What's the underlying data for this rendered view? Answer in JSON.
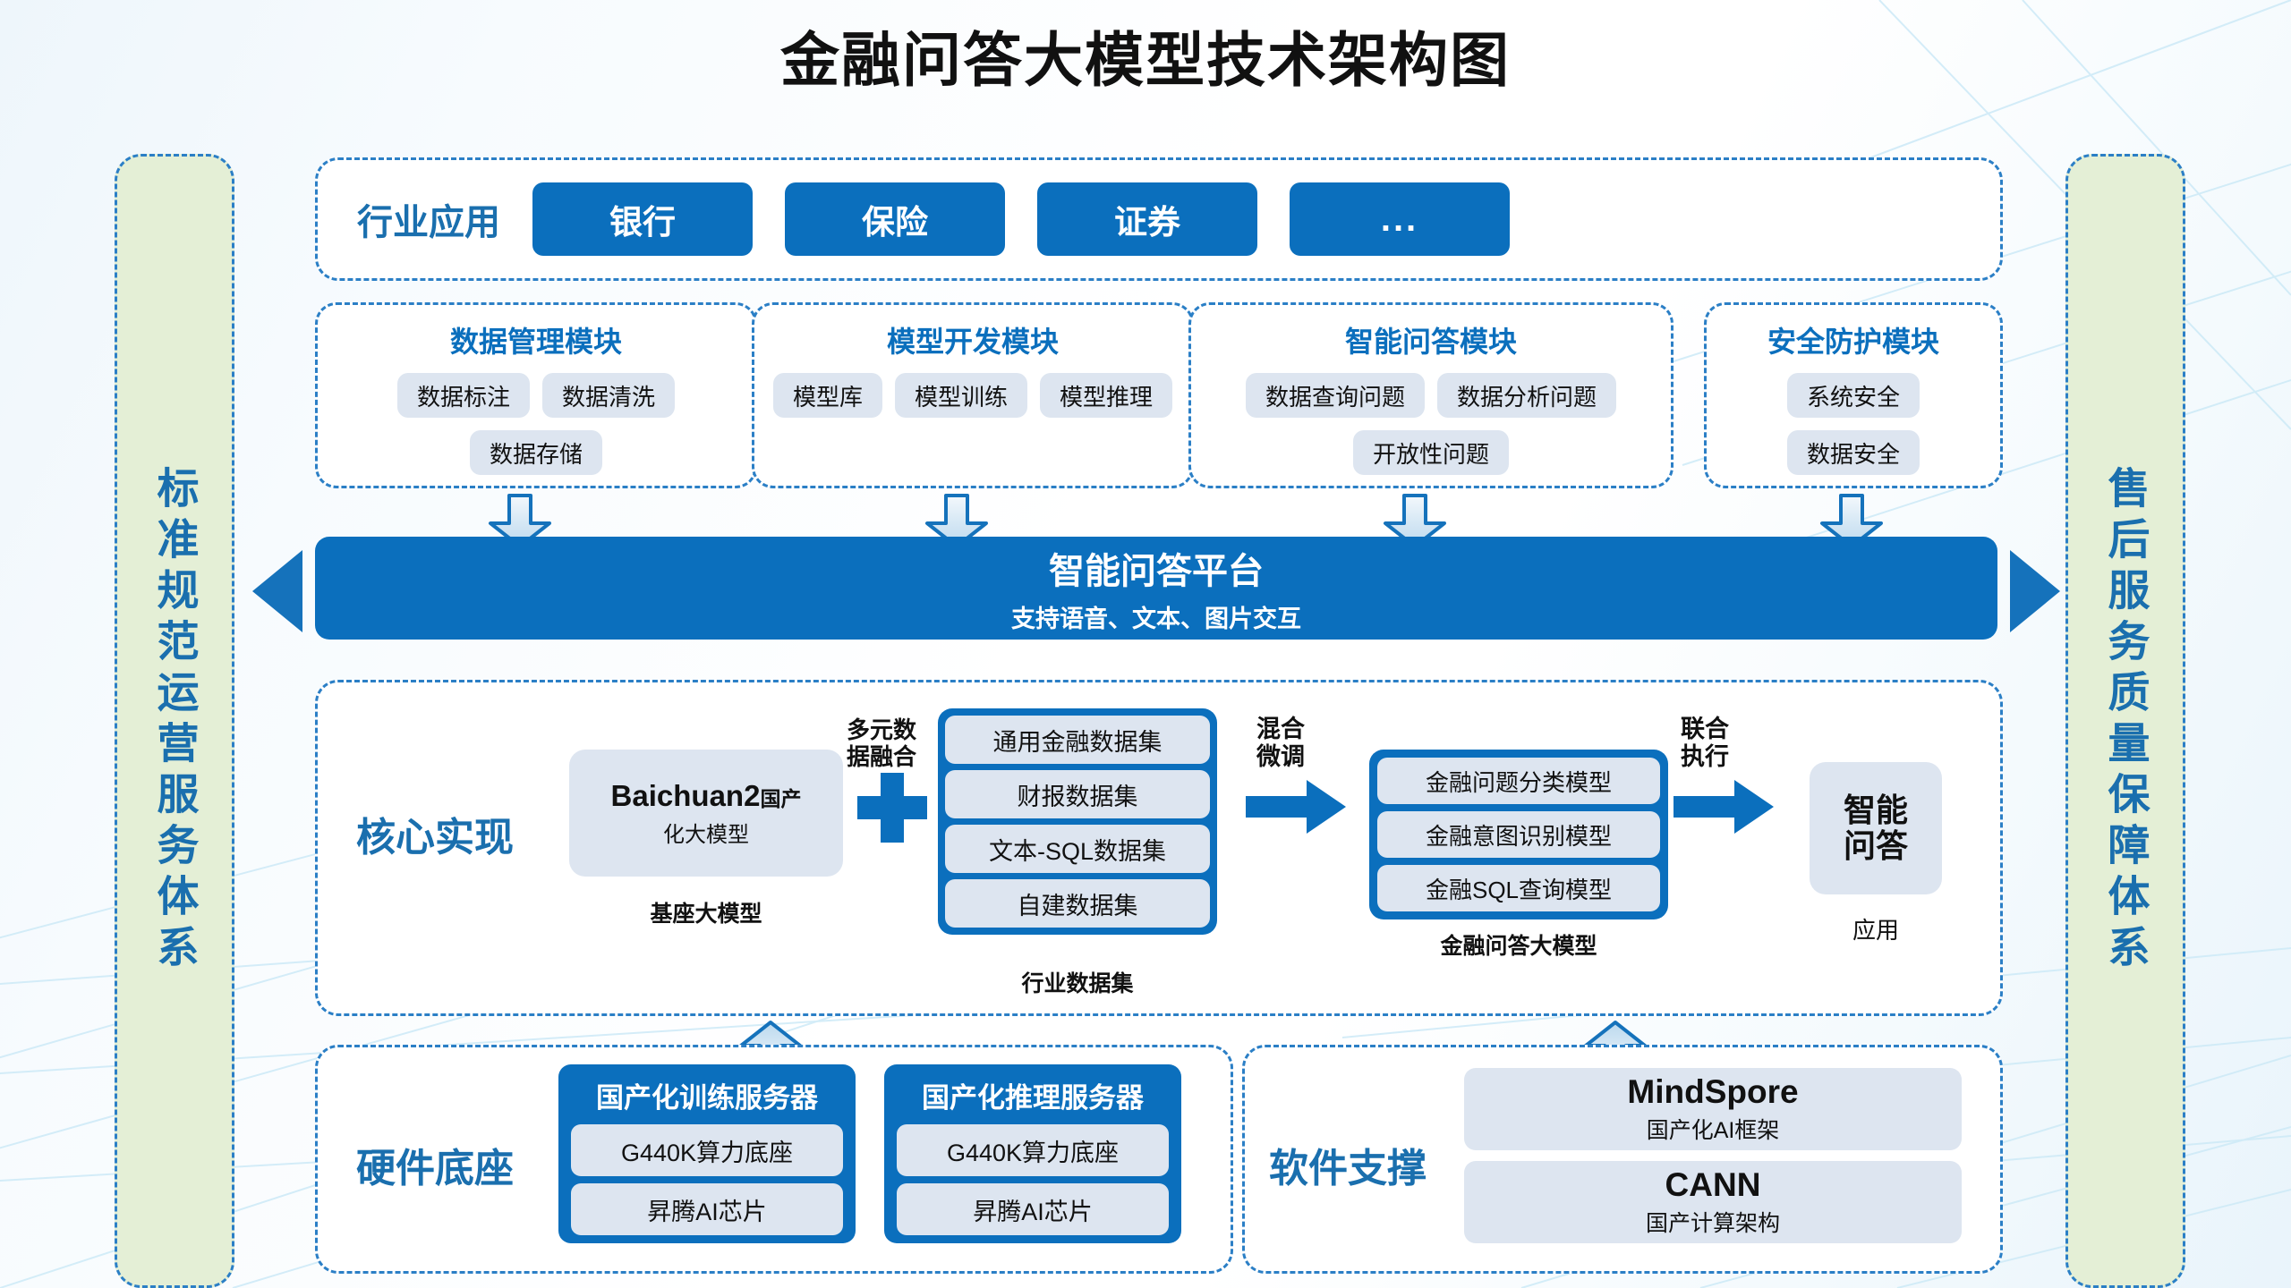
{
  "title": "金融问答大模型技术架构图",
  "pillars": {
    "left": "标准规范运营服务体系",
    "right": "售后服务质量保障体系"
  },
  "applications": {
    "label": "行业应用",
    "chips": [
      "银行",
      "保险",
      "证券",
      "..."
    ]
  },
  "modules": [
    {
      "title": "数据管理模块",
      "items": [
        "数据标注",
        "数据清洗",
        "数据存储"
      ]
    },
    {
      "title": "模型开发模块",
      "items": [
        "模型库",
        "模型训练",
        "模型推理"
      ]
    },
    {
      "title": "智能问答模块",
      "items": [
        "数据查询问题",
        "数据分析问题",
        "开放性问题"
      ]
    },
    {
      "title": "安全防护模块",
      "items": [
        "系统安全",
        "数据安全"
      ]
    }
  ],
  "platform": {
    "title": "智能问答平台",
    "subtitle": "支持语音、文本、图片交互"
  },
  "core": {
    "label": "核心实现",
    "base_model": {
      "name": "Baichuan2",
      "name_suffix": "国产",
      "line2": "化大模型",
      "caption": "基座大模型"
    },
    "fusion_label": "多元数\n据融合",
    "datasets": {
      "items": [
        "通用金融数据集",
        "财报数据集",
        "文本-SQL数据集",
        "自建数据集"
      ],
      "caption": "行业数据集"
    },
    "finetune_label": "混合\n微调",
    "models": {
      "items": [
        "金融问题分类模型",
        "金融意图识别模型",
        "金融SQL查询模型"
      ],
      "caption": "金融问答大模型"
    },
    "execute_label": "联合\n执行",
    "application": {
      "title": "智能\n问答",
      "caption": "应用"
    }
  },
  "hardware": {
    "label": "硬件底座",
    "servers": [
      {
        "title": "国产化训练服务器",
        "items": [
          "G440K算力底座",
          "昇腾AI芯片"
        ]
      },
      {
        "title": "国产化推理服务器",
        "items": [
          "G440K算力底座",
          "昇腾AI芯片"
        ]
      }
    ]
  },
  "software": {
    "label": "软件支撑",
    "cards": [
      {
        "name": "MindSpore",
        "desc": "国产化AI框架"
      },
      {
        "name": "CANN",
        "desc": "国产计算架构"
      }
    ]
  },
  "colors": {
    "primary_blue": "#0b6fbd",
    "label_blue": "#1a6fae",
    "dashed_border": "#2b7fc6",
    "card_fill": "#dde5f0",
    "pillar_fill": "#e4efd6"
  }
}
